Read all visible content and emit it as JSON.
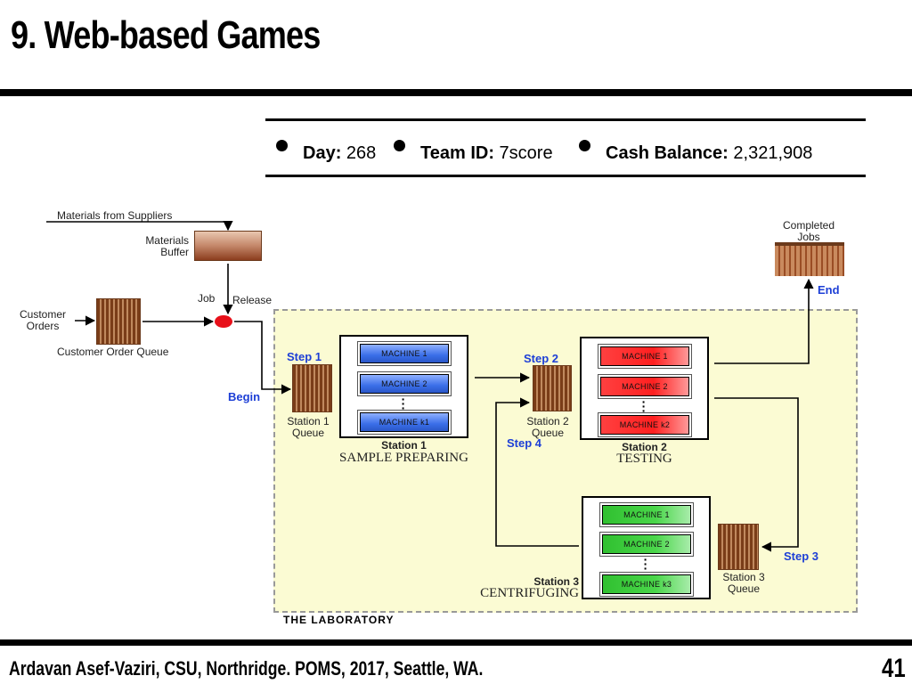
{
  "slide": {
    "title": "9. Web-based Games",
    "footer": "Ardavan  Asef-Vaziri, CSU, Northridge. POMS, 2017, Seattle, WA.",
    "page_number": "41"
  },
  "status_bar": {
    "day_label": "Day:",
    "day_value": "268",
    "team_label": "Team ID:",
    "team_value": "7score",
    "cash_label": "Cash Balance:",
    "cash_value": "2,321,908"
  },
  "diagram": {
    "materials_from_suppliers": "Materials from Suppliers",
    "materials_buffer": [
      "Materials",
      "Buffer"
    ],
    "customer_orders": [
      "Customer",
      "Orders"
    ],
    "customer_order_queue": "Customer Order Queue",
    "job": "Job",
    "release": "Release",
    "begin": "Begin",
    "step1": "Step 1",
    "step2": "Step 2",
    "step3": "Step 3",
    "step4": "Step 4",
    "end": "End",
    "completed_jobs": [
      "Completed",
      "Jobs"
    ],
    "lab_label": "THE LABORATORY",
    "station1": {
      "queue_label": [
        "Station 1",
        "Queue"
      ],
      "title": "Station 1",
      "subtitle": "SAMPLE PREPARING",
      "machines": [
        "MACHINE 1",
        "MACHINE 2",
        "MACHINE k1"
      ]
    },
    "station2": {
      "queue_label": [
        "Station 2",
        "Queue"
      ],
      "title": "Station 2",
      "subtitle": "TESTING",
      "machines": [
        "MACHINE 1",
        "MACHINE 2",
        "MACHINE k2"
      ]
    },
    "station3": {
      "queue_label": [
        "Station 3",
        "Queue"
      ],
      "title": "Station 3",
      "subtitle": "CENTRIFUGING",
      "machines": [
        "MACHINE 1",
        "MACHINE 2",
        "MACHINE k3"
      ]
    },
    "colors": {
      "station1_machine": "#3a6ee8",
      "station2_machine": "#ff2020",
      "station3_machine": "#3fcf3f",
      "job_release": "#e8101a",
      "step_labels": "#1d3fd6",
      "lab_background": "#fbfbd3"
    }
  }
}
